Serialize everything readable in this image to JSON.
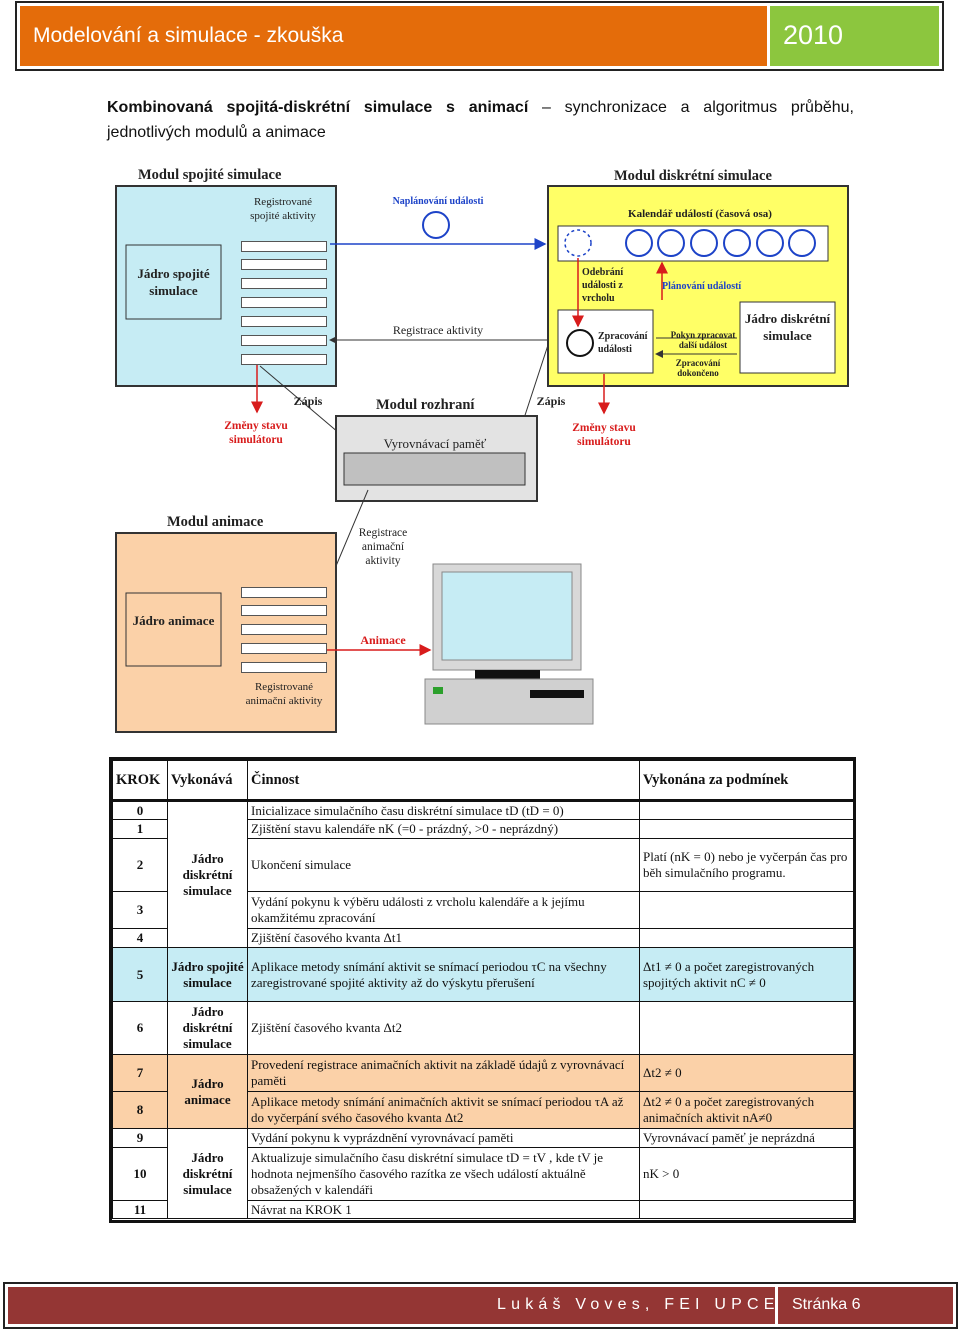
{
  "header": {
    "title": "Modelování a simulace - zkouška",
    "year": "2010"
  },
  "intro": {
    "bold": "Kombinovaná spojitá-diskrétní simulace s animací",
    "rest": " – synchronizace a algoritmus průběhu, jednotlivých modulů a animace"
  },
  "diagram": {
    "continuous": {
      "title": "Modul spojité simulace",
      "core": "Jádro spojité simulace",
      "registered": "Registrované spojité aktivity"
    },
    "discrete": {
      "title": "Modul diskrétní simulace",
      "calendar": "Kalendář událostí (časová osa)",
      "take": "Odebrání události z vrcholu",
      "process": "Zpracování události",
      "order": "Pokyn zpracovat další událost",
      "done": "Zpracování dokončeno",
      "planning": "Plánování událostí",
      "core": "Jádro diskrétní simulace"
    },
    "planned": "Naplánování události",
    "register_activity": "Registrace aktivity",
    "interface": {
      "title": "Modul rozhraní",
      "buffer": "Vyrovnávací paměť"
    },
    "write_left": "Zápis",
    "write_right": "Zápis",
    "changes_left": "Změny stavu simulátoru",
    "changes_right": "Změny stavu simulátoru",
    "animation": {
      "title": "Modul animace",
      "core": "Jádro animace",
      "registered": "Registrované animační aktivity"
    },
    "register_anim": "Registrace animační aktivity",
    "animace": "Animace"
  },
  "table": {
    "headers": [
      "KROK",
      "Vykonává",
      "Činnost",
      "Vykonána za podmínek"
    ],
    "rows": [
      {
        "krok": "0",
        "cinnost": "Inicializace simulačního času diskrétní simulace tD (tD = 0)",
        "podminka": ""
      },
      {
        "krok": "1",
        "cinnost": "Zjištění stavu kalendáře nK (=0 - prázdný, >0 - neprázdný)",
        "podminka": ""
      },
      {
        "krok": "2",
        "cinnost": "Ukončení simulace",
        "podminka": "Platí (nK = 0) nebo je vyčerpán čas pro běh simulačního programu."
      },
      {
        "krok": "3",
        "cinnost": "Vydání pokynu k výběru události z vrcholu kalendáře a k jejímu okamžitému zpracování",
        "podminka": ""
      },
      {
        "krok": "4",
        "cinnost": "Zjištění časového kvanta Δt1",
        "podminka": ""
      },
      {
        "krok": "5",
        "cinnost": "Aplikace metody snímání aktivit se snímací periodou τC na všechny zaregistrované spojité aktivity až do výskytu přerušení",
        "podminka": "Δt1 ≠ 0 a počet zaregistrovaných spojitých aktivit nC ≠ 0"
      },
      {
        "krok": "6",
        "cinnost": "Zjištění časového kvanta Δt2",
        "podminka": ""
      },
      {
        "krok": "7",
        "cinnost": "Provedení registrace animačních aktivit na základě údajů z vyrovnávací paměti",
        "podminka": "Δt2 ≠ 0"
      },
      {
        "krok": "8",
        "cinnost": "Aplikace metody snímání animačních aktivit se snímací periodou τA až do vyčerpání svého časového kvanta Δt2",
        "podminka": "Δt2 ≠ 0 a počet zaregistrovaných animačních aktivit nA≠0"
      },
      {
        "krok": "9",
        "cinnost": "Vydání pokynu k vyprázdnění vyrovnávací paměti",
        "podminka": "Vyrovnávací paměť je neprázdná"
      },
      {
        "krok": "10",
        "cinnost": "Aktualizuje simulačního času diskrétní simulace tD = tV , kde tV je hodnota nejmenšího časového razítka ze všech událostí aktuálně obsažených v kalendáři",
        "podminka": "nK > 0"
      },
      {
        "krok": "11",
        "cinnost": "Návrat na KROK 1",
        "podminka": ""
      }
    ],
    "performers": [
      "Jádro diskrétní simulace",
      "Jádro spojité simulace",
      "Jádro diskrétní simulace",
      "Jádro animace",
      "Jádro diskrétní simulace"
    ]
  },
  "footer": {
    "author": "Lukáš Voves, FEI UPCE",
    "page": "Stránka 6"
  }
}
